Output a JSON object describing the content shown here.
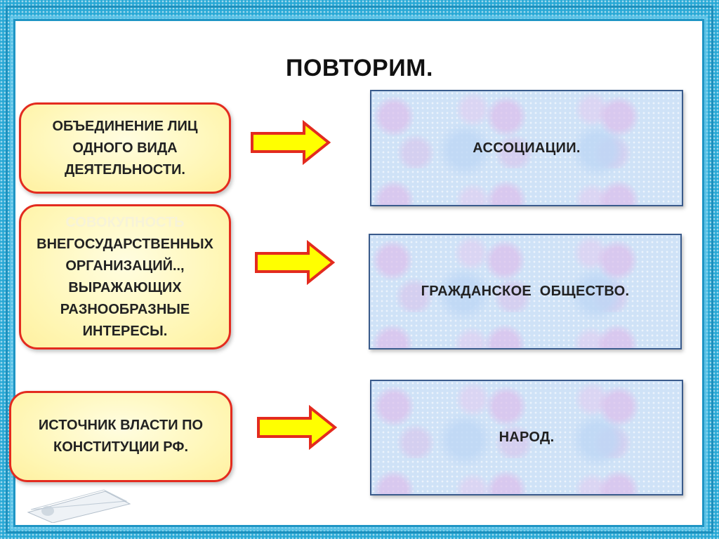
{
  "title": "ПОВТОРИМ.",
  "rows": [
    {
      "definition_lines": [
        "ОБЪЕДИНЕНИЕ ЛИЦ",
        "ОДНОГО ВИДА",
        "ДЕЯТЕЛЬНОСТИ."
      ],
      "answer": "АССОЦИАЦИИ."
    },
    {
      "definition_faded": "СОВОКУПНОСТЬ",
      "definition_lines": [
        "ВНЕГОСУДАРСТВЕННЫХ",
        "ОРГАНИЗАЦИЙ..,",
        "ВЫРАЖАЮЩИХ",
        "РАЗНООБРАЗНЫЕ",
        "ИНТЕРЕСЫ."
      ],
      "answer": "ГРАЖДАНСКОЕ  ОБЩЕСТВО."
    },
    {
      "definition_lines": [
        "ИСТОЧНИК ВЛАСТИ ПО",
        "КОНСТИТУЦИИ РФ."
      ],
      "answer": "НАРОД."
    }
  ],
  "colors": {
    "border_bg": "#29a9d6",
    "card_border": "#e32b1f",
    "card_fill": "#fff6b3",
    "arrow_fill": "#ffff00",
    "arrow_stroke": "#e32b1f",
    "answer_fill": "#cfe2f7",
    "answer_border": "#3a5b8c"
  },
  "icons": [
    "right-arrow-icon",
    "book-decoration"
  ]
}
